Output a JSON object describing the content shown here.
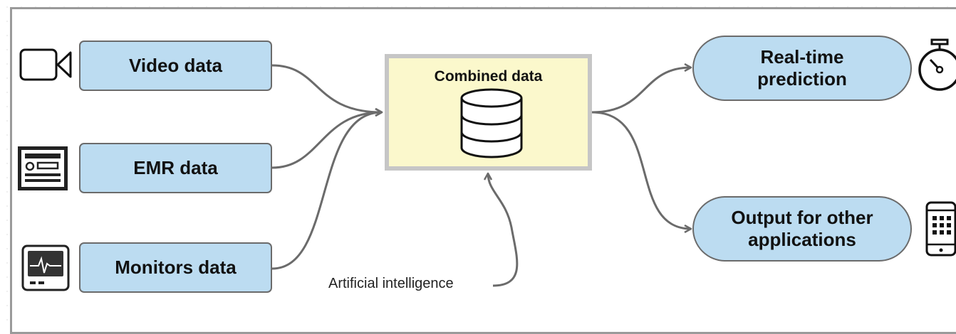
{
  "sources": [
    {
      "label": "Video data",
      "icon": "video-camera-icon"
    },
    {
      "label": "EMR data",
      "icon": "emr-record-icon"
    },
    {
      "label": "Monitors data",
      "icon": "patient-monitor-icon"
    }
  ],
  "combined": {
    "title": "Combined data",
    "icon": "database-icon"
  },
  "outputs": [
    {
      "label": "Real-time\nprediction",
      "icon": "stopwatch-icon"
    },
    {
      "label": "Output for other\napplications",
      "icon": "smartphone-icon"
    }
  ],
  "ai_label": "Artificial intelligence",
  "colors": {
    "box_fill": "#bcdcf1",
    "combined_fill": "#fbf8cc",
    "arrow": "#6b6b6b"
  }
}
